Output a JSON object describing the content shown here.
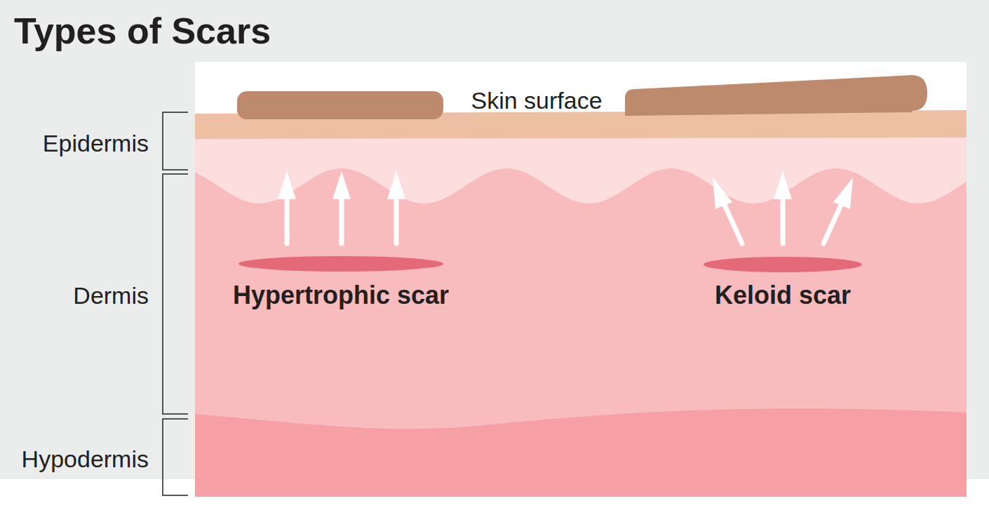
{
  "diagram": {
    "title": "Types of Scars",
    "labels": [
      "Skin surface",
      "Epidermis",
      "Dermis",
      "Hypodermis",
      "Hypertrophic scar",
      "Keloid scar"
    ]
  }
}
